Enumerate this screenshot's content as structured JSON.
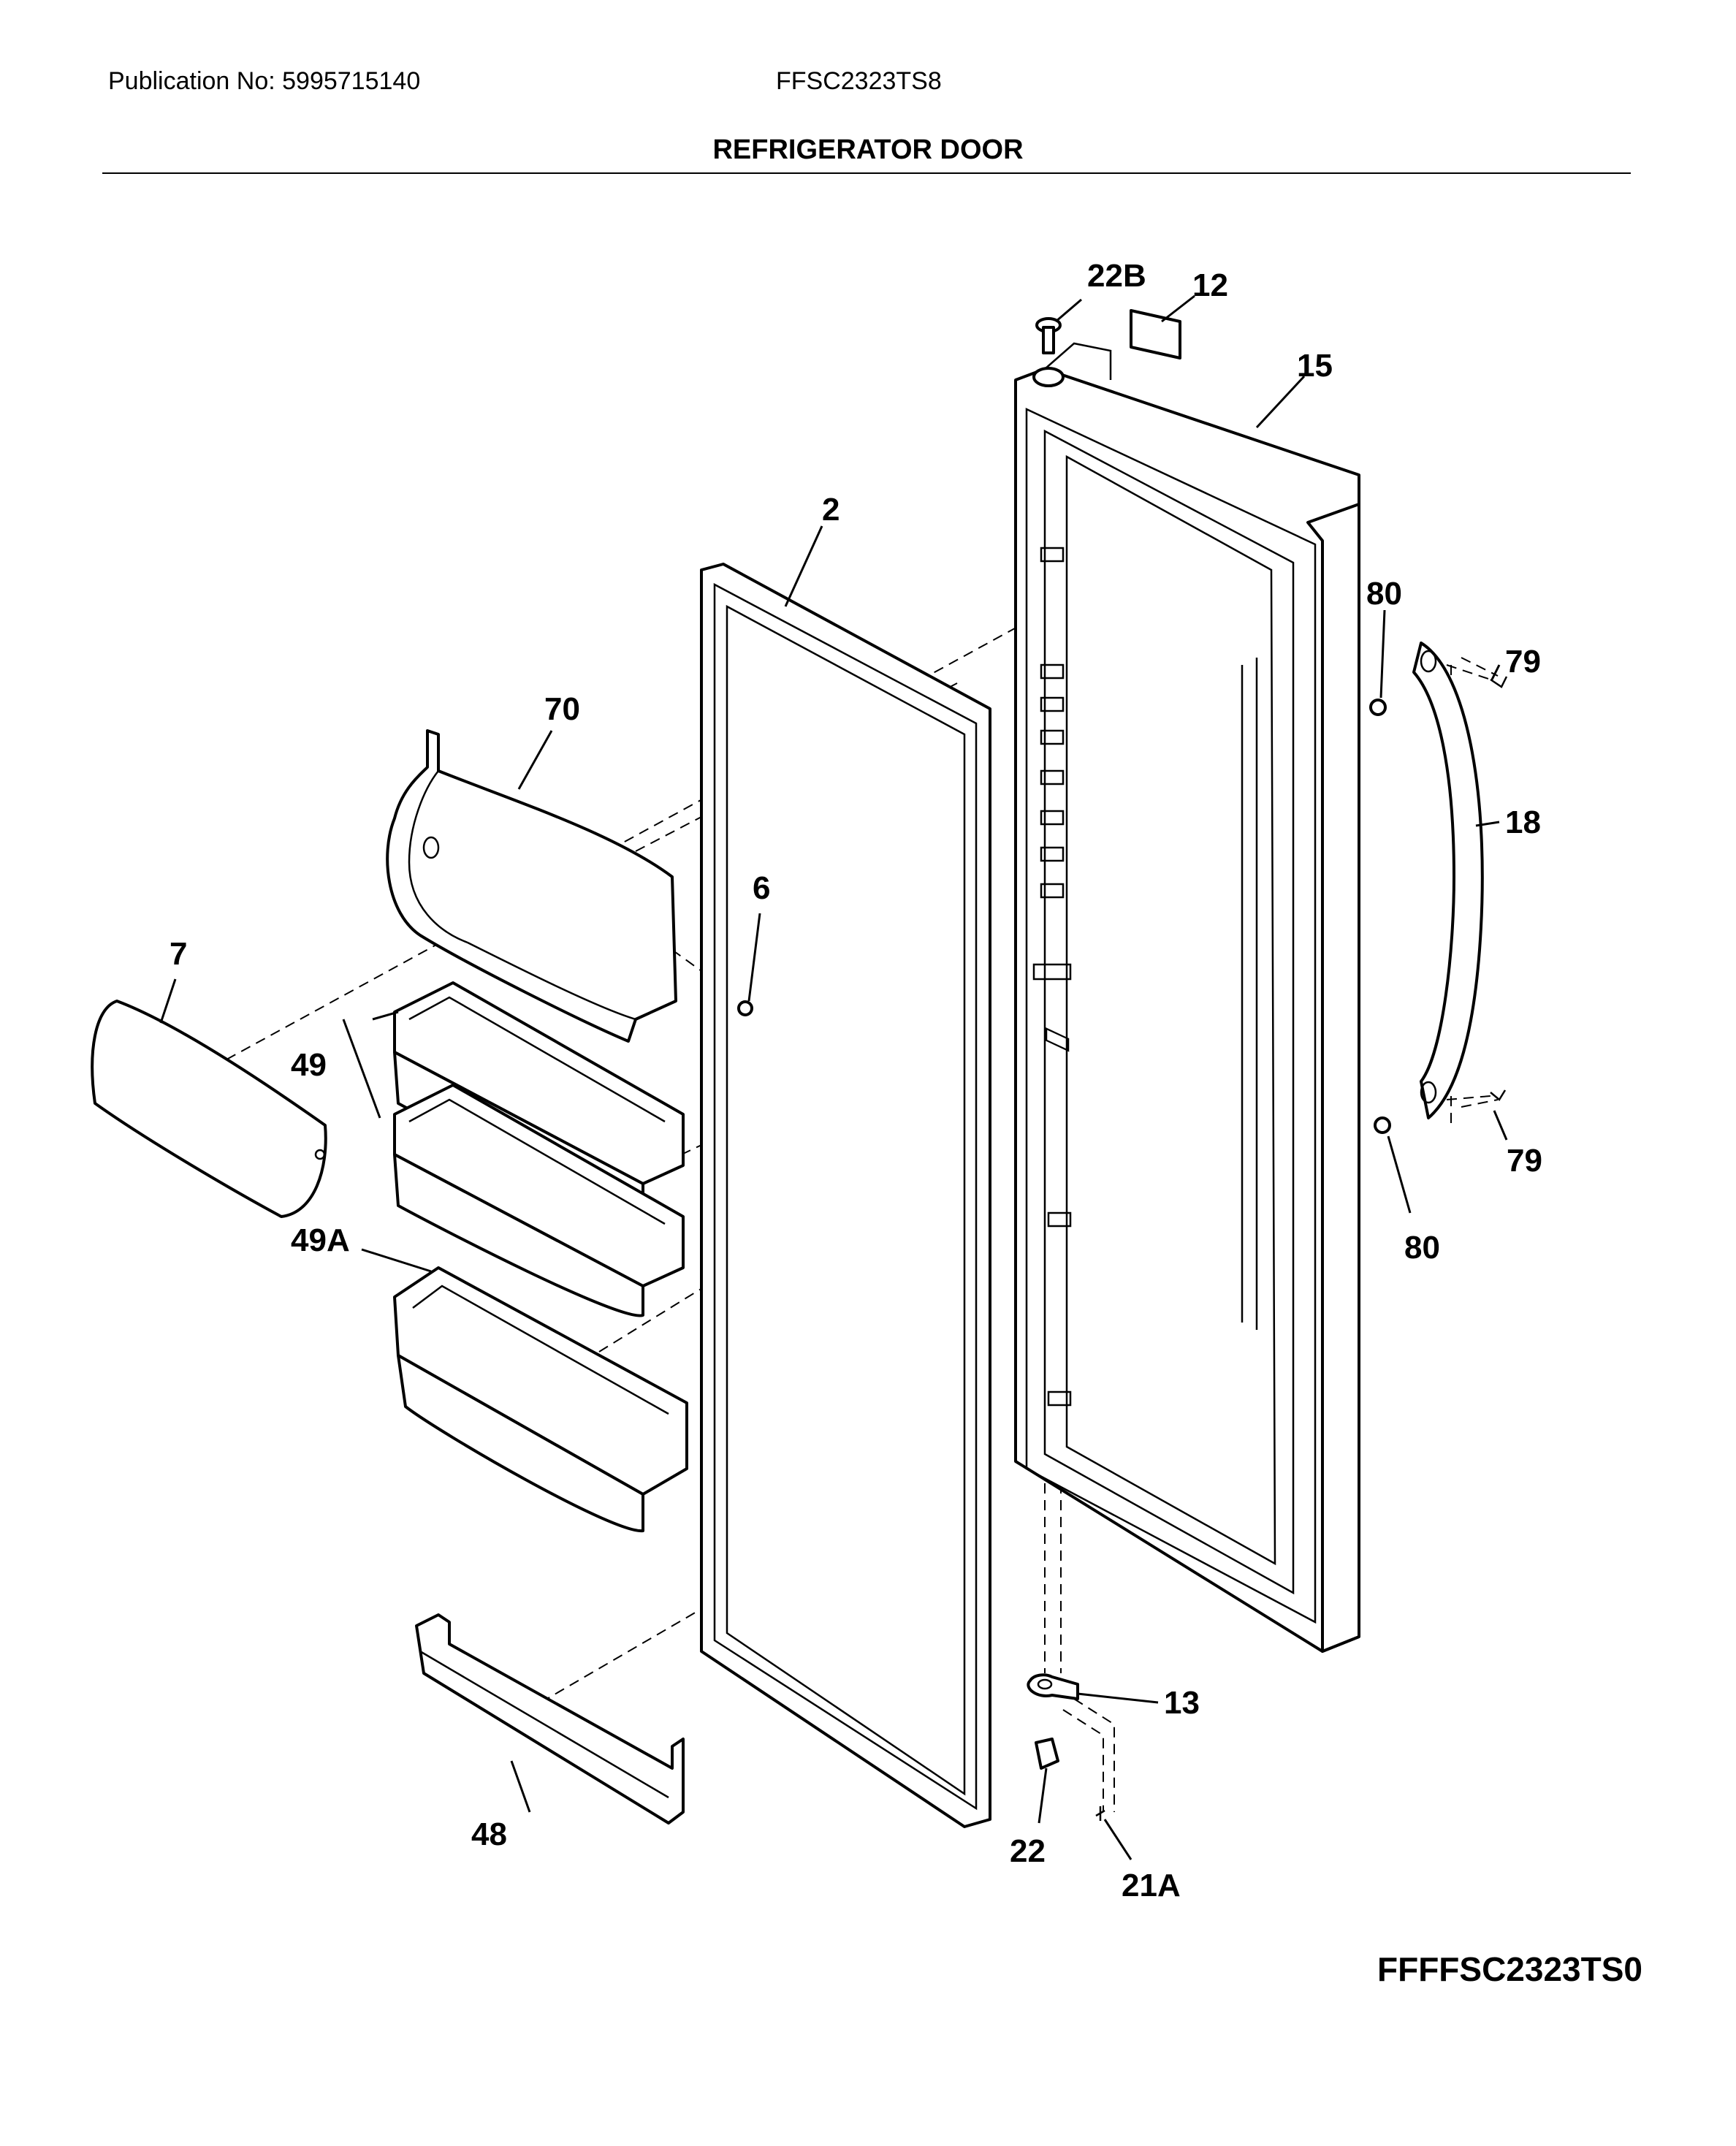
{
  "header": {
    "publication": "Publication No: 5995715140",
    "model": "FFSC2323TS8",
    "title": "REFRIGERATOR DOOR"
  },
  "parts": {
    "p22B": "22B",
    "p12": "12",
    "p15": "15",
    "p2": "2",
    "p80a": "80",
    "p79a": "79",
    "p18": "18",
    "p70": "70",
    "p6": "6",
    "p7": "7",
    "p49": "49",
    "p49A": "49A",
    "p79b": "79",
    "p80b": "80",
    "p13": "13",
    "p48": "48",
    "p22": "22",
    "p21A": "21A"
  },
  "footer": {
    "diagram_code": "FFFFSC2323TS0"
  }
}
